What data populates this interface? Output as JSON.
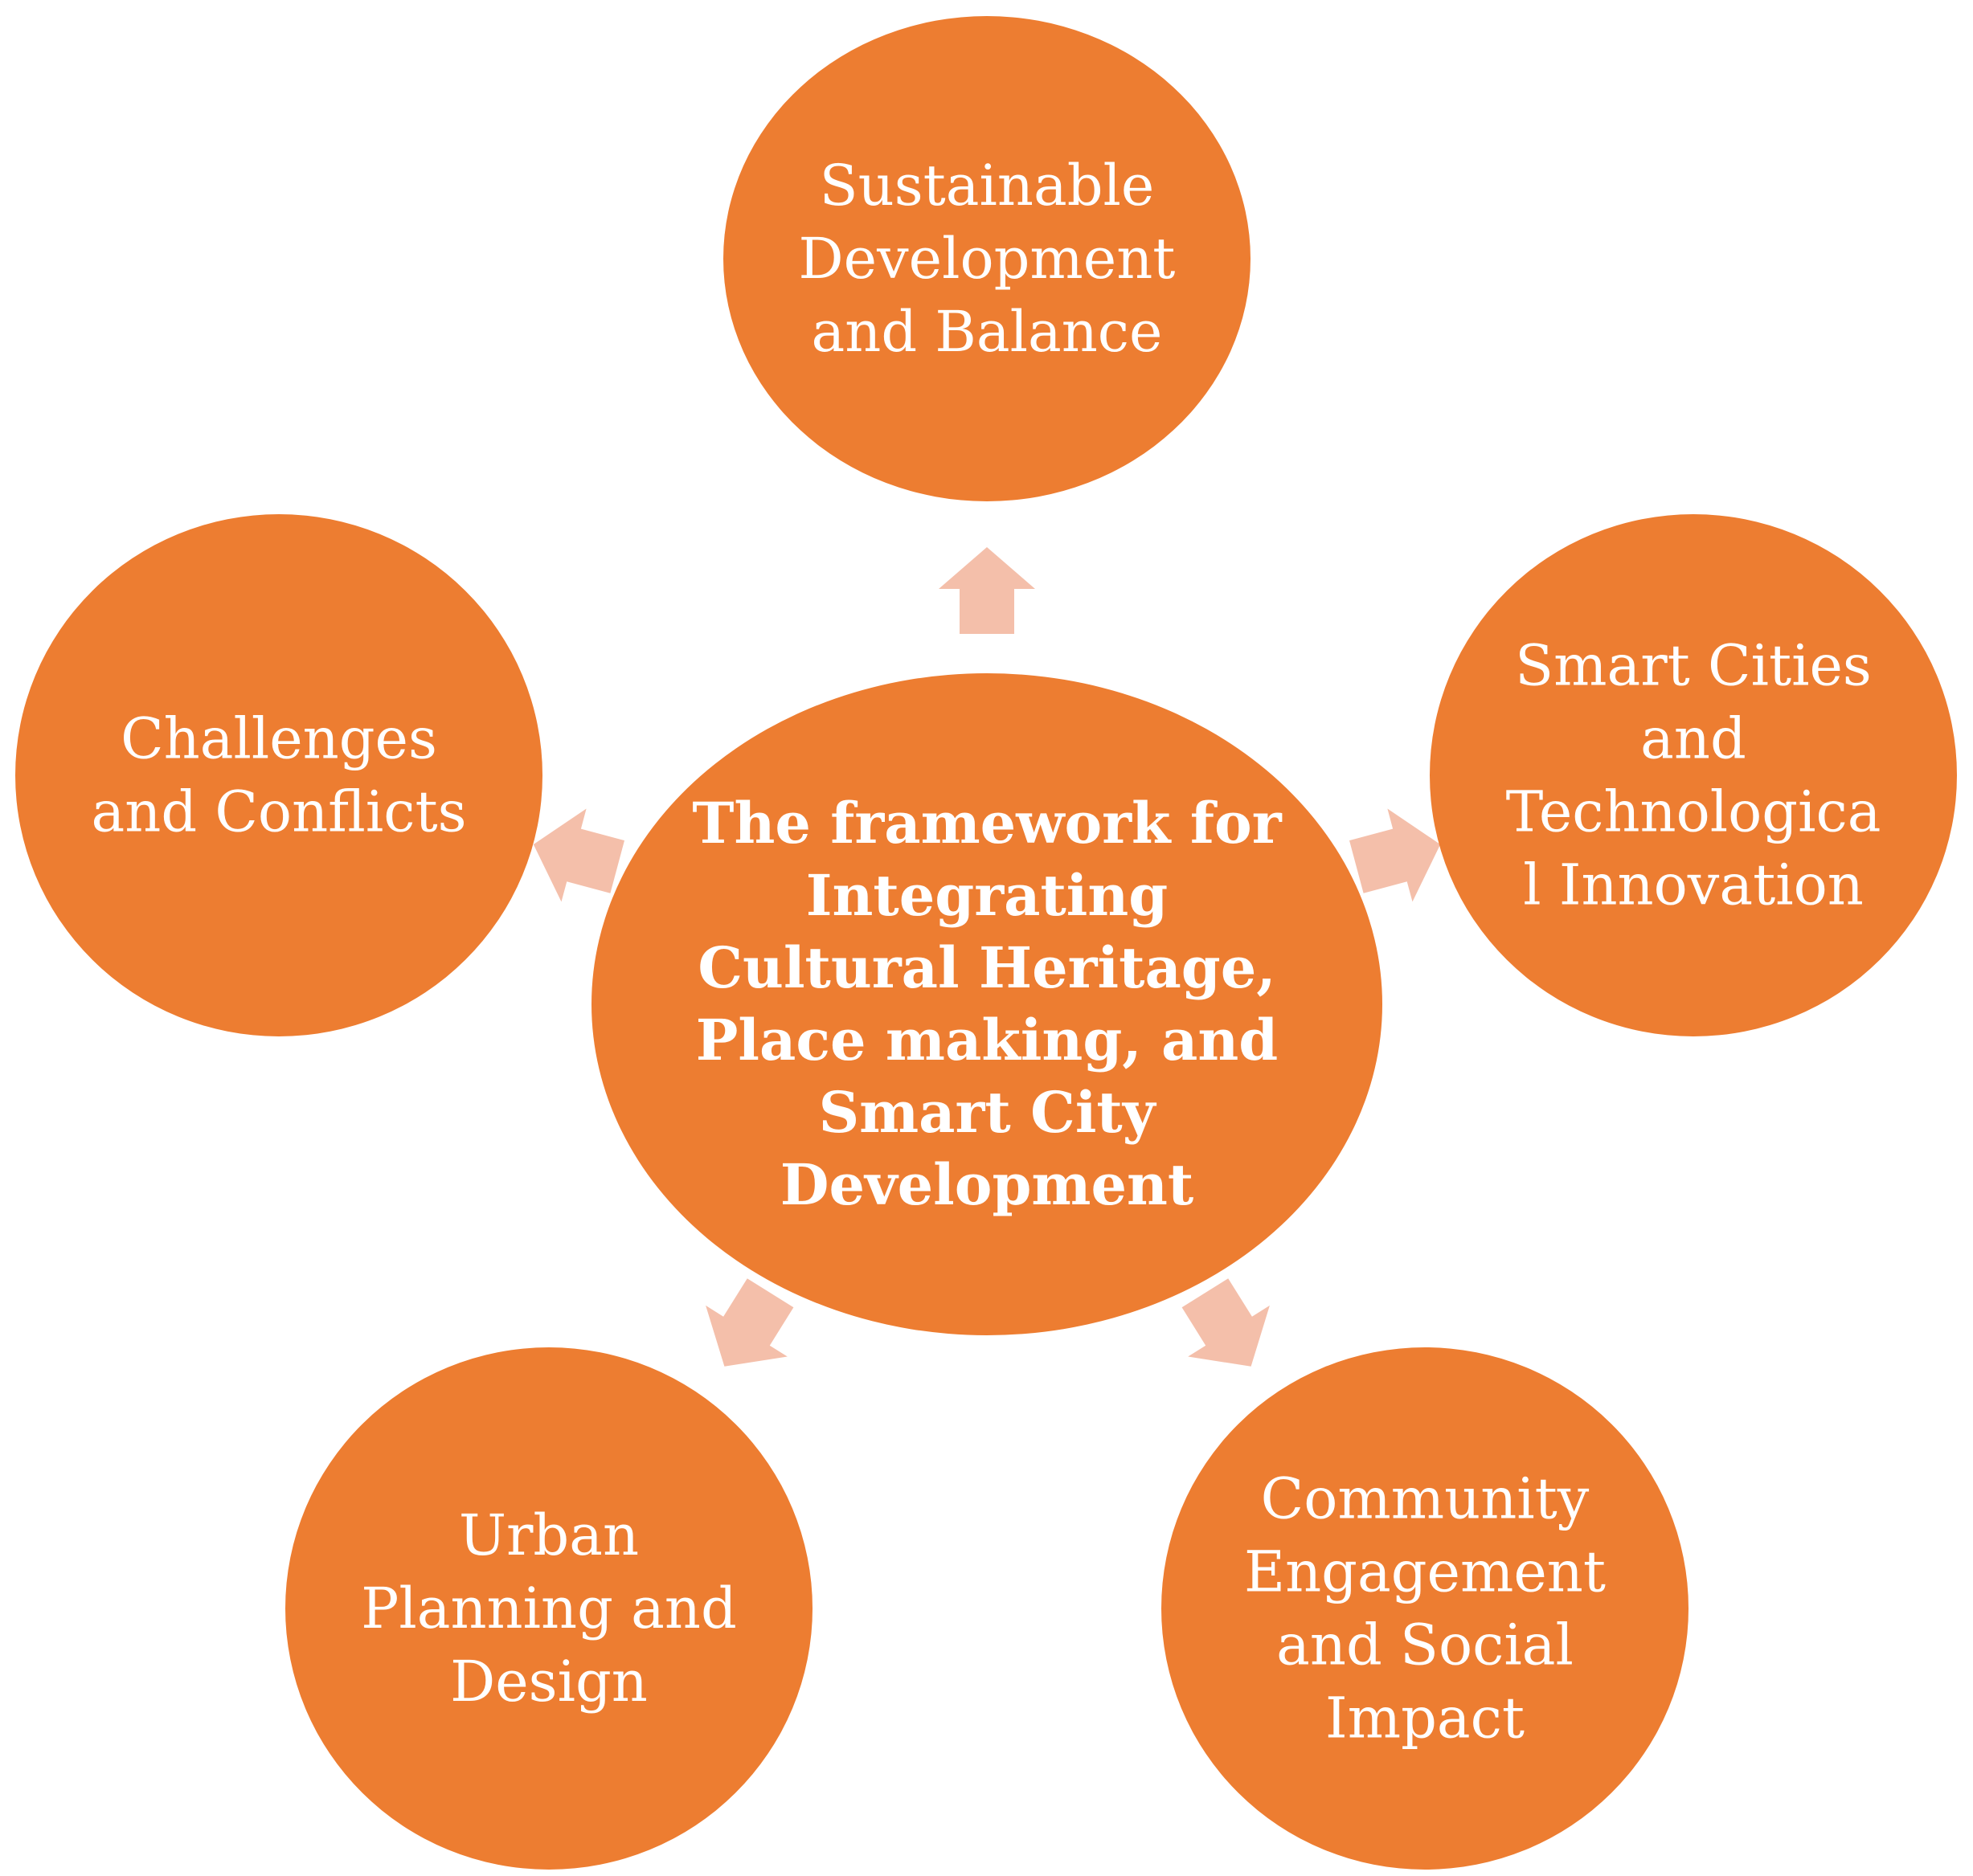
{
  "colors": {
    "node_fill": "#ED7D31",
    "arrow_fill": "#F4BFAA",
    "text": "#FFFFFF"
  },
  "center": {
    "lines": [
      "The framework for",
      "Integrating",
      "Cultural Heritage,",
      "Place making, and",
      "Smart City",
      "Development"
    ]
  },
  "nodes": [
    {
      "id": "sustainable-development",
      "lines": [
        "Sustainable",
        "Development",
        "and Balance"
      ]
    },
    {
      "id": "smart-cities",
      "lines": [
        "Smart Cities",
        "and",
        "Technologica",
        "l Innovation"
      ]
    },
    {
      "id": "community-engagement",
      "lines": [
        "Community",
        "Engagement",
        "and Social",
        "Impact"
      ]
    },
    {
      "id": "urban-planning",
      "lines": [
        "Urban",
        "Planning and",
        "Design"
      ]
    },
    {
      "id": "challenges-conflicts",
      "lines": [
        "Challenges",
        "and Conflicts"
      ]
    }
  ]
}
